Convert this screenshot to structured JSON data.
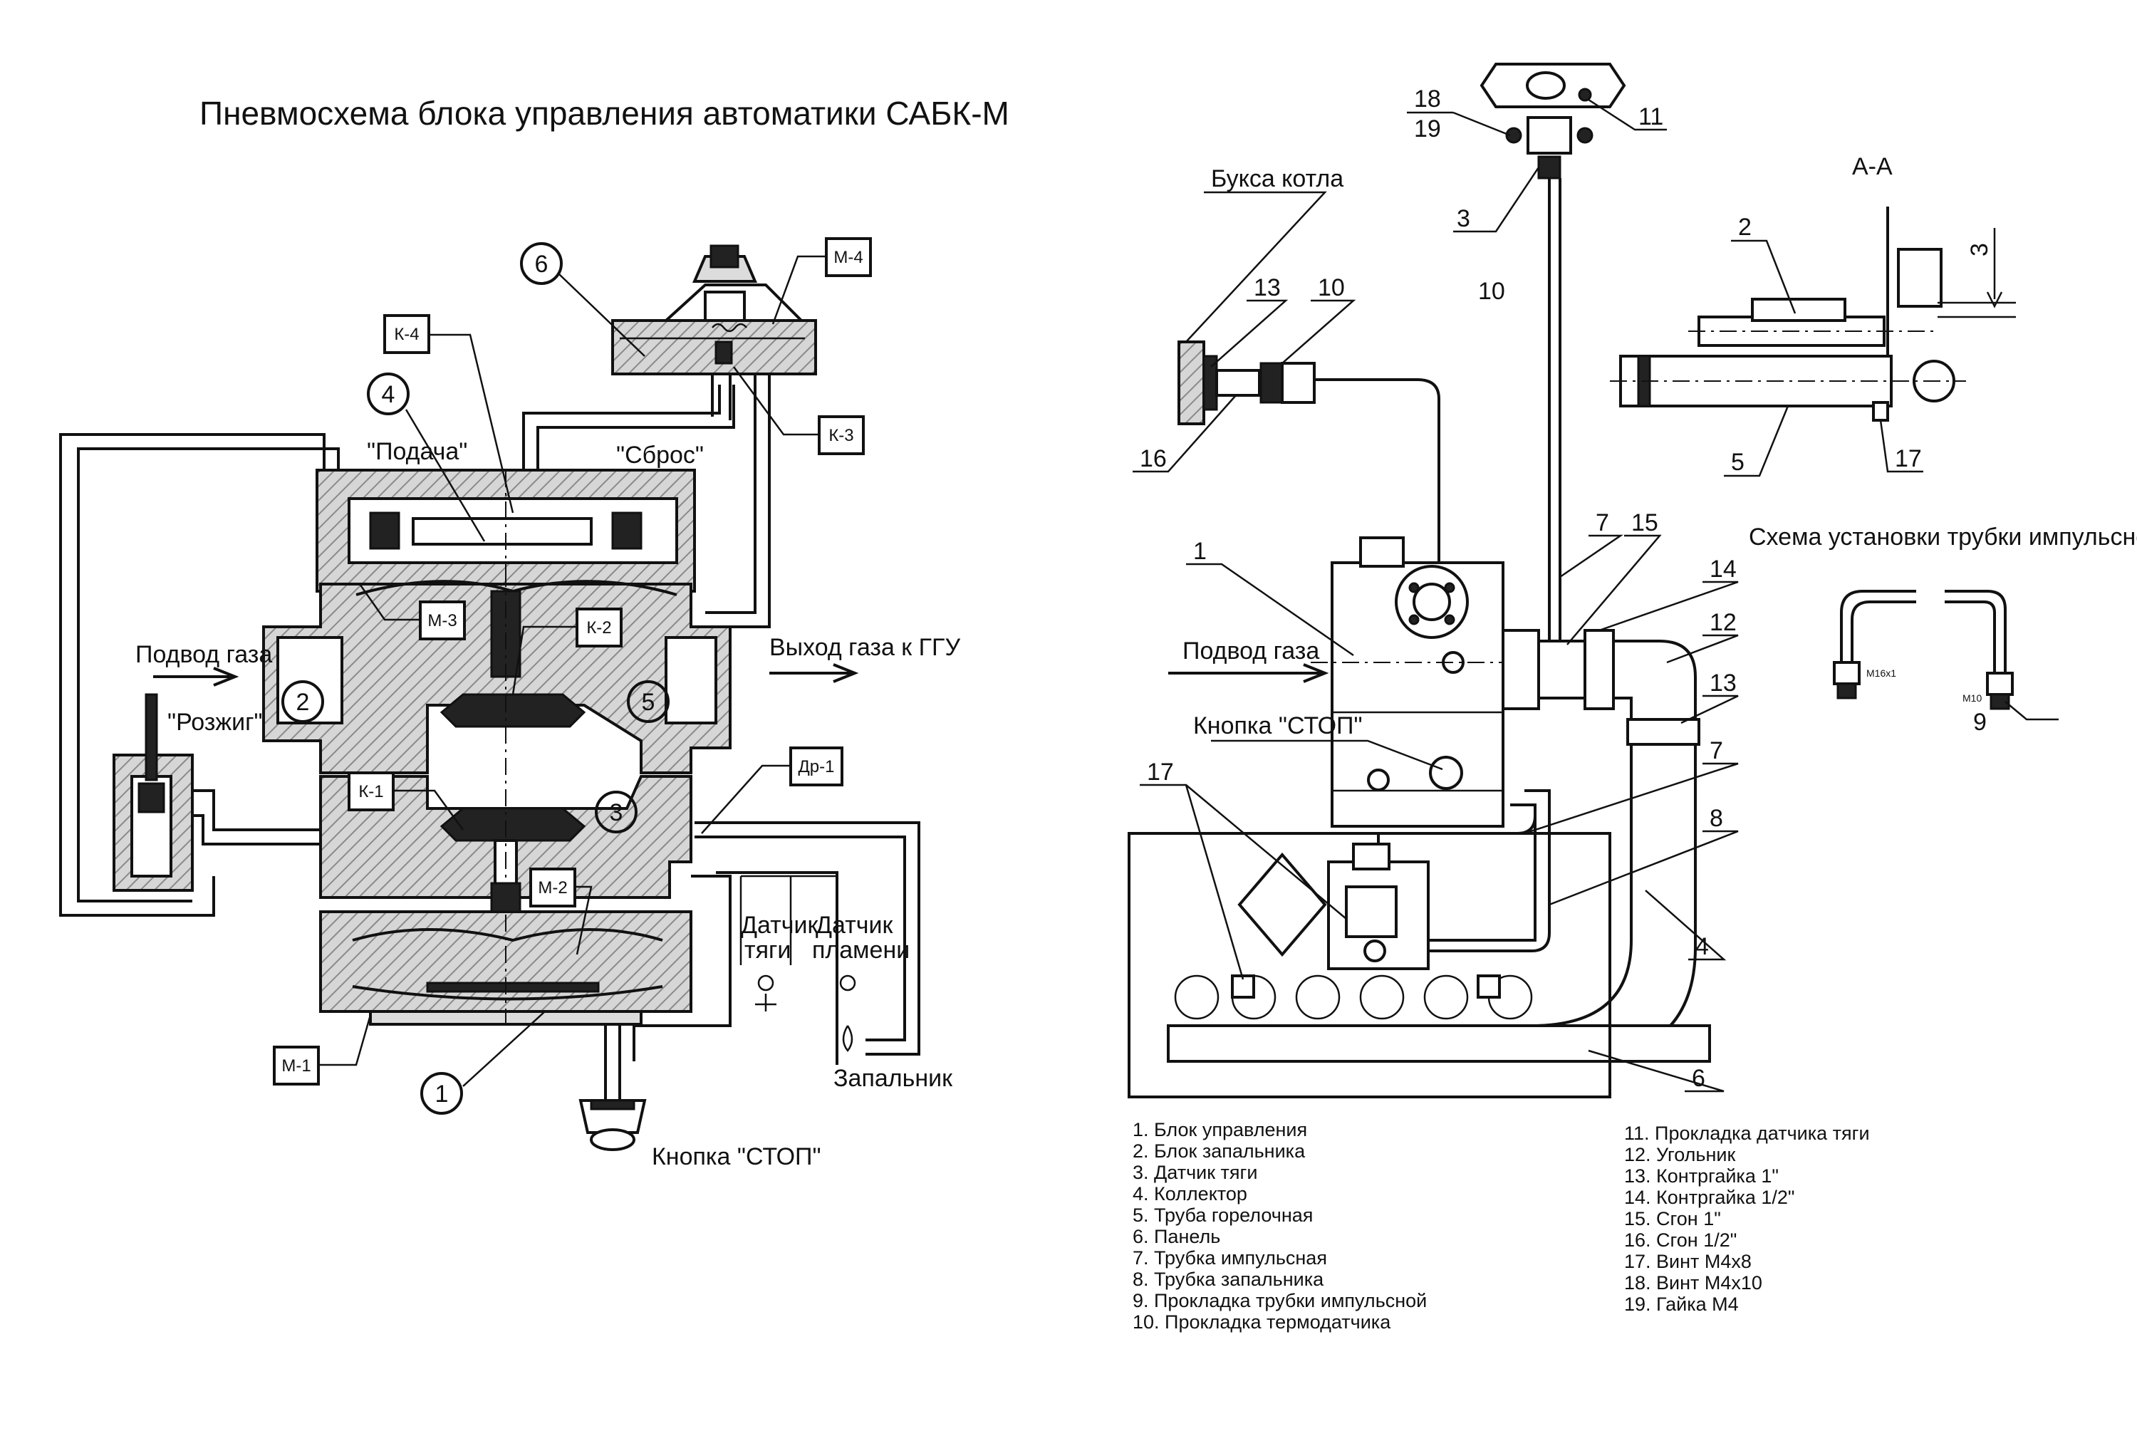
{
  "left": {
    "title": "Пневмосхема блока управления автоматики САБК-М",
    "labels": {
      "podacha": "\"Подача\"",
      "sbros": "\"Сброс\"",
      "podvod": "Подвод газа",
      "rozzhig": "\"Розжиг\"",
      "vyhod": "Выход газа к ГГУ",
      "datchik_tyagi": "Датчик тяги",
      "datchik_tyagi_1": "Датчик",
      "datchik_tyagi_2": "тяги",
      "datchik_plameni_1": "Датчик",
      "datchik_plameni_2": "пламени",
      "zapalnik": "Запальник",
      "knopka": "Кнопка \"СТОП\""
    },
    "tags": {
      "k1": "К-1",
      "k2": "К-2",
      "k3": "К-3",
      "k4": "К-4",
      "m1": "М-1",
      "m2": "М-2",
      "m3": "М-3",
      "m4": "М-4",
      "dr1": "Др-1"
    },
    "circles": {
      "c1": "1",
      "c2": "2",
      "c3": "3",
      "c4": "4",
      "c5": "5",
      "c6": "6"
    }
  },
  "right": {
    "labels": {
      "buksa": "Букса котла",
      "podvod": "Подвод газа",
      "knopka": "Кнопка \"СТОП\"",
      "section": "А-А",
      "dim": "3",
      "shema": "Схема установки трубки импульсной",
      "tag_m16": "М16х1",
      "tag_m10": "М10"
    },
    "nums": {
      "n1": "1",
      "n2": "2",
      "n3": "3",
      "n4": "4",
      "n5": "5",
      "n6": "6",
      "n7a": "7",
      "n7b": "7",
      "n8": "8",
      "n9": "9",
      "n10a": "10",
      "n10b": "10",
      "n11": "11",
      "n12": "12",
      "n13a": "13",
      "n13b": "13",
      "n14": "14",
      "n15": "15",
      "n16": "16",
      "n17a": "17",
      "n17b": "17",
      "n18": "18",
      "n19": "19"
    }
  },
  "legend": {
    "col1": [
      "1. Блок управления",
      "2. Блок запальника",
      "3. Датчик тяги",
      "4. Коллектор",
      "5. Труба горелочная",
      "6. Панель",
      "7. Трубка импульсная",
      "8. Трубка запальника",
      "9. Прокладка трубки импульсной",
      "10. Прокладка термодатчика"
    ],
    "col2": [
      "11. Прокладка датчика тяги",
      "12. Угольник",
      "13. Контргайка 1\"",
      "14. Контргайка 1/2\"",
      "15. Сгон 1\"",
      "16. Сгон 1/2\"",
      "17. Винт М4х8",
      "18. Винт М4х10",
      "19. Гайка М4"
    ]
  }
}
